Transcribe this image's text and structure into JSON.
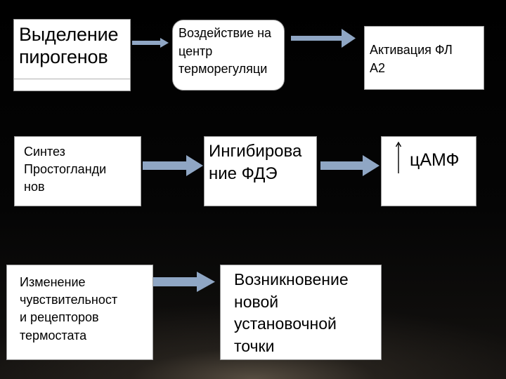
{
  "diagram": {
    "row1": {
      "pyrogens": [
        "Выделение",
        "пирогенов"
      ],
      "center": [
        "Воздействие на",
        "центр",
        "терморегуляци"
      ],
      "pla2": [
        "Активация ФЛ",
        "А2"
      ]
    },
    "row2": {
      "prostaglandins": [
        "Синтез",
        "Простогланди",
        "нов"
      ],
      "pde": [
        "Ингибирова",
        "ние ФДЭ"
      ],
      "camp": "цАМФ"
    },
    "row3": {
      "sensitivity": [
        "Изменение",
        "чувствительност",
        "и рецепторов",
        "термостата"
      ],
      "setpoint": [
        "Возникновение",
        "новой",
        "установочной",
        "точки"
      ]
    }
  },
  "colors": {
    "background": "#000000",
    "box_fill": "#ffffff",
    "arrow_fill": "#8fa6c4"
  },
  "icons": {
    "flow_arrow": "right-arrow-icon",
    "increase_indicator": "up-arrow-icon"
  }
}
